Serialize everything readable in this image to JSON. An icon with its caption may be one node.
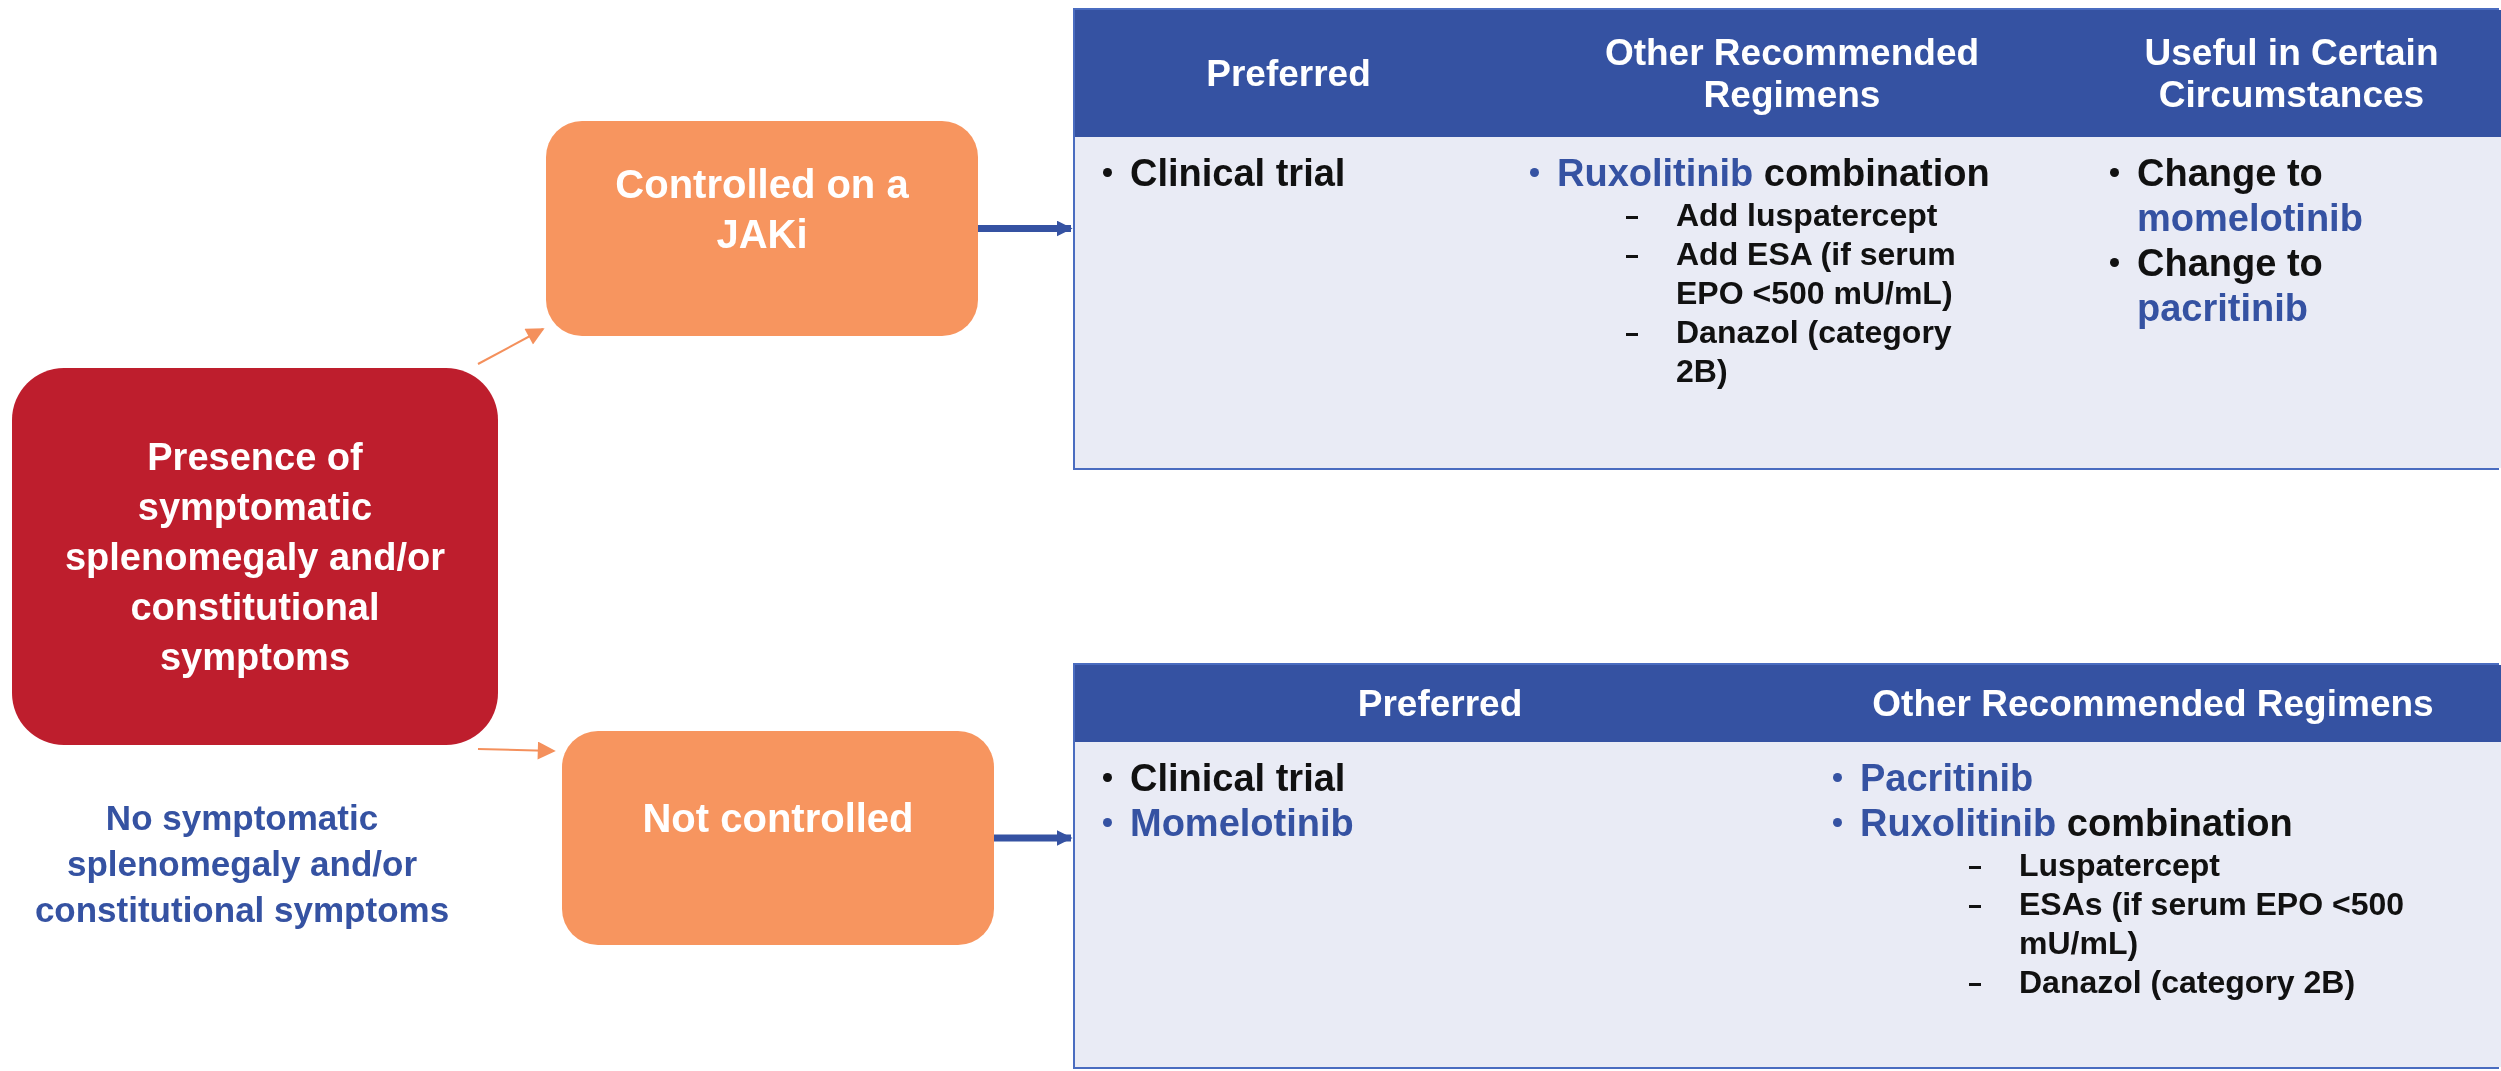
{
  "diagram": {
    "nodes": [
      {
        "text": [
          "Presence of symptomatic splenomegaly and/or constitutional symptoms"
        ]
      },
      {
        "text": [
          "Controlled on a JAKi"
        ]
      },
      {
        "text": [
          "Not controlled"
        ]
      },
      {
        "text": [],
        "shape": "box"
      },
      {
        "text": [
          "Preferred",
          "Clinical trial"
        ],
        "in": 3
      },
      {
        "text": [
          "Other Recommended Regimens",
          "*Ruxolitinib* combination"
        ],
        "in": 3
      },
      {
        "text": [
          "Add luspatercept",
          "Add ESA (if serum EPO <500 mU/mL)",
          "Danazol (category 2B)"
        ],
        "in": 5
      },
      {
        "text": [
          "Useful in Certain Circumstances",
          "Change to *momelotinib*",
          "Change to *pacritinib*"
        ],
        "in": 3
      },
      {
        "text": [],
        "shape": "box"
      },
      {
        "text": [
          "Preferred",
          "Clinical trial",
          "*Momelotinib*"
        ],
        "in": 8
      },
      {
        "text": [
          "Other Recommended Regimens",
          "*Pacritinib*",
          "*Ruxolitinib* combination"
        ],
        "in": 8
      },
      {
        "text": [
          "Luspatercept",
          "ESAs (if serum EPO <500 mU/mL)",
          "Danazol (category 2B)"
        ],
        "in": 10
      }
    ],
    "edges": [
      {
        "from": 0,
        "to": 1,
        "arrow": "to",
        "color": "#f4905c"
      },
      {
        "from": 0,
        "to": 2,
        "arrow": "to",
        "color": "#f4905c"
      },
      {
        "from": 1,
        "to": 3,
        "arrow": "to",
        "style": "thick",
        "color": "#3552a2"
      },
      {
        "from": 2,
        "to": 8,
        "arrow": "to",
        "style": "thick",
        "color": "#3552a2"
      }
    ],
    "labels": [
      "No symptomatic splenomegaly and/or constitutional symptoms"
    ]
  }
}
